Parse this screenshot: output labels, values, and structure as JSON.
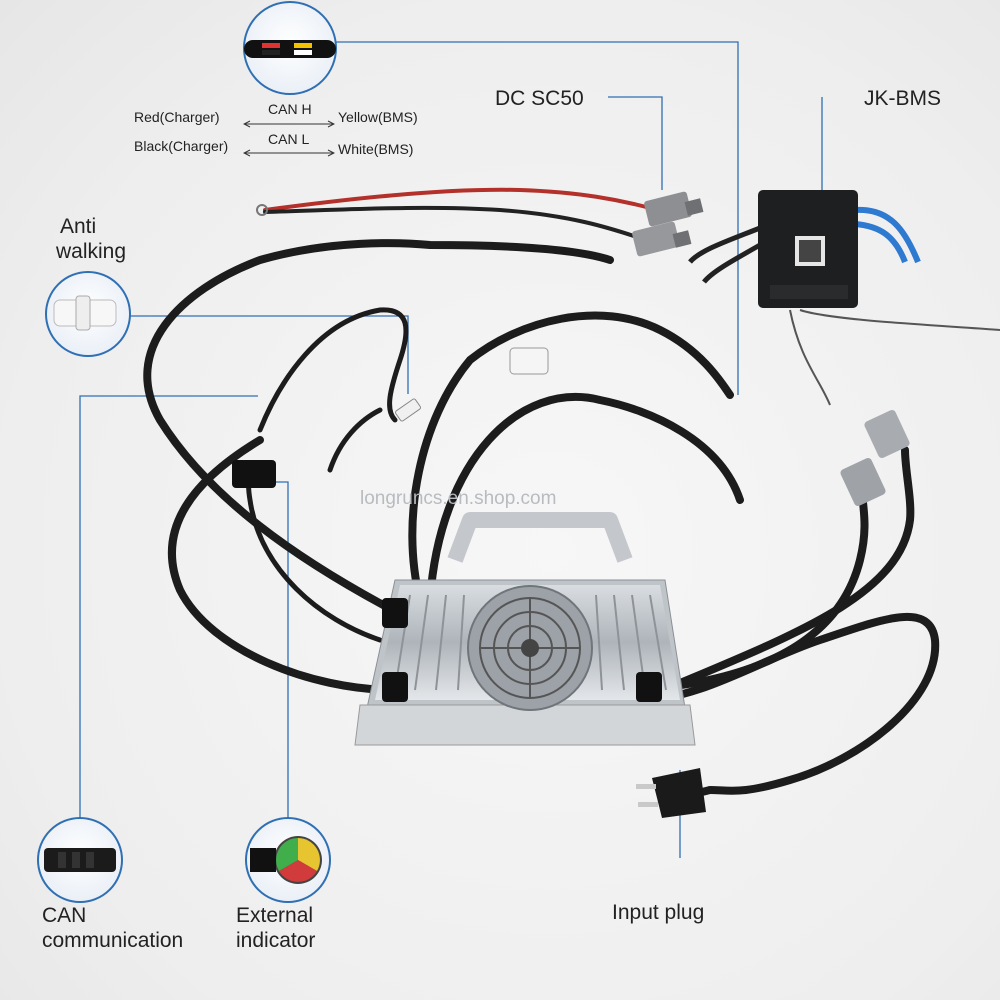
{
  "can_legend": {
    "left_top": "Red(Charger)",
    "left_bottom": "Black(Charger)",
    "mid_top": "CAN H",
    "mid_bottom": "CAN L",
    "right_top": "Yellow(BMS)",
    "right_bottom": "White(BMS)"
  },
  "labels": {
    "dc": "DC SC50",
    "bms": "JK-BMS",
    "anti_walking_1": "Anti",
    "anti_walking_2": "walking",
    "can_comm_1": "CAN",
    "can_comm_2": "communication",
    "ext_ind_1": "External",
    "ext_ind_2": "indicator",
    "input_plug": "Input plug"
  },
  "watermark": "longruncs.en.shop.com",
  "colors": {
    "leader": "#2f6fb3",
    "cable": "#1c1c1c",
    "red_wire": "#c0392b",
    "blue_wire": "#2e7ad1"
  },
  "icons": [
    "wire-pair-icon",
    "connector-icon",
    "can-plug-icon",
    "indicator-light-icon",
    "ac-plug-icon",
    "fan-icon"
  ]
}
